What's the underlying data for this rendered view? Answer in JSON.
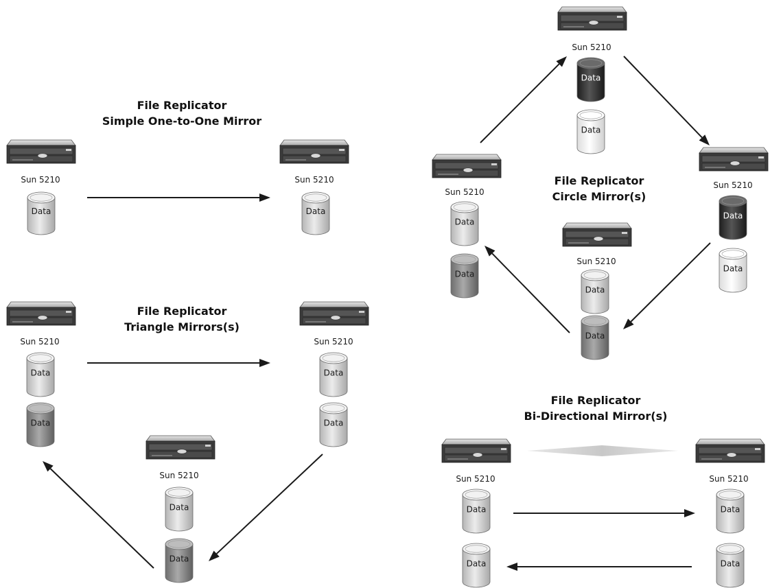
{
  "labels": {
    "server": "Sun 5210",
    "data": "Data"
  },
  "diagrams": {
    "one_to_one": {
      "title_line1": "File Replicator",
      "title_line2": "Simple One-to-One Mirror"
    },
    "triangle": {
      "title_line1": "File Replicator",
      "title_line2": "Triangle Mirrors(s)"
    },
    "circle": {
      "title_line1": "File Replicator",
      "title_line2": "Circle Mirror(s)"
    },
    "bidirectional": {
      "title_line1": "File Replicator",
      "title_line2": "Bi-Directional Mirror(s)"
    }
  },
  "colors": {
    "cylinder_light": "#d4d4d4",
    "cylinder_medium": "#8c8c8c",
    "cylinder_dark": "#3a3a3a",
    "cylinder_white": "#f2f2f2",
    "arrow": "#1a1a1a",
    "server_body": "#3b3b3b"
  }
}
